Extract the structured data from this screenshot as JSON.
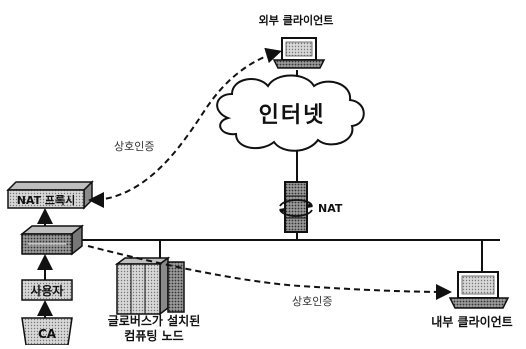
{
  "nodes": {
    "external_client": "외부 클라이언트",
    "internet": "인터넷",
    "nat": "NAT",
    "nat_proxy": "NAT 프록시",
    "user": "사용자",
    "ca": "CA",
    "compute_node_line1": "글로버스가 설치된",
    "compute_node_line2": "컴퓨팅 노드",
    "internal_client": "내부 클라이언트"
  },
  "edges": {
    "mutual_auth_top": "상호인증",
    "mutual_auth_bottom": "상호인증"
  }
}
